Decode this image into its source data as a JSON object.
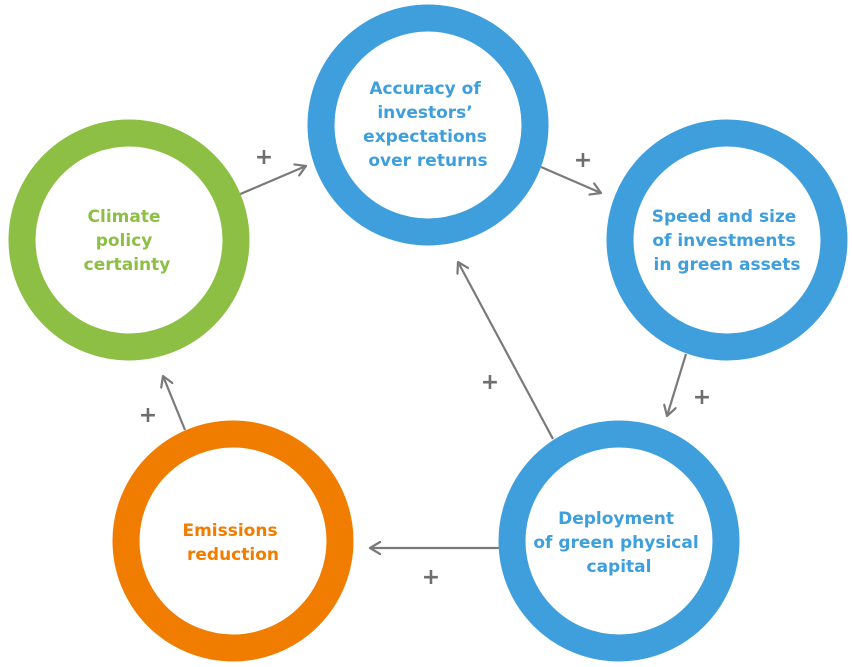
{
  "colors": {
    "green": "#8dbf45",
    "blue": "#3f9fdc",
    "orange": "#f07d00",
    "arrow": "#7a7a7a"
  },
  "nodes": {
    "climate_policy": {
      "lines": [
        "Climate",
        "policy",
        "certainty"
      ]
    },
    "accuracy": {
      "lines": [
        "Accuracy of",
        "investors’",
        "expectations",
        "over returns"
      ]
    },
    "speed_size": {
      "lines": [
        "Speed and size",
        "of investments",
        "in green assets"
      ]
    },
    "deployment": {
      "lines": [
        "Deployment",
        "of green physical",
        "capital"
      ]
    },
    "emissions": {
      "lines": [
        "Emissions",
        "reduction"
      ]
    }
  },
  "links": {
    "policy_to_accuracy": "+",
    "accuracy_to_speed": "+",
    "speed_to_deployment": "+",
    "deployment_to_accuracy": "+",
    "deployment_to_emissions": "+",
    "emissions_to_policy": "+"
  }
}
